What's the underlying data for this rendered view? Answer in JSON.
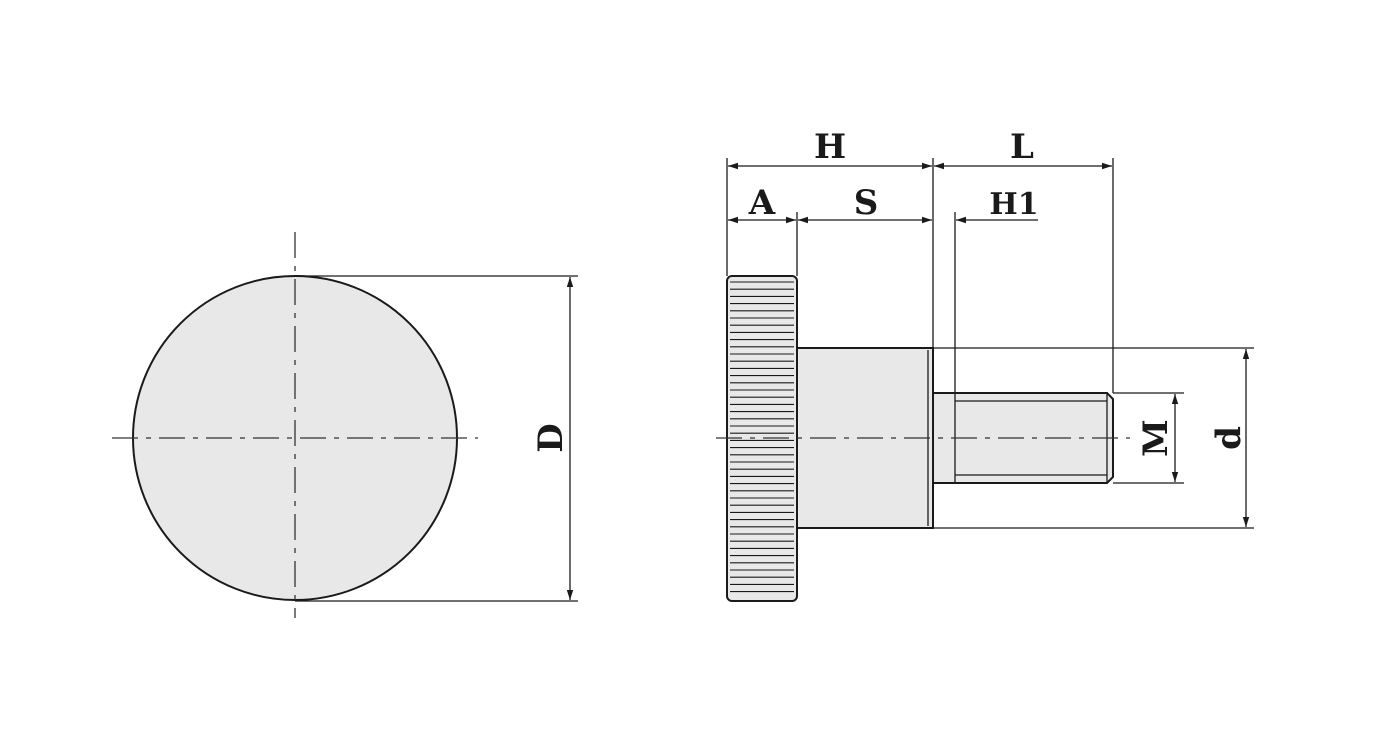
{
  "colors": {
    "line": "#1a1a1a",
    "fill": "#e8e8e8",
    "background": "#ffffff"
  },
  "labels": {
    "D": "D",
    "H": "H",
    "A": "A",
    "S": "S",
    "L": "L",
    "H1": "H1",
    "M": "M",
    "d": "d"
  }
}
